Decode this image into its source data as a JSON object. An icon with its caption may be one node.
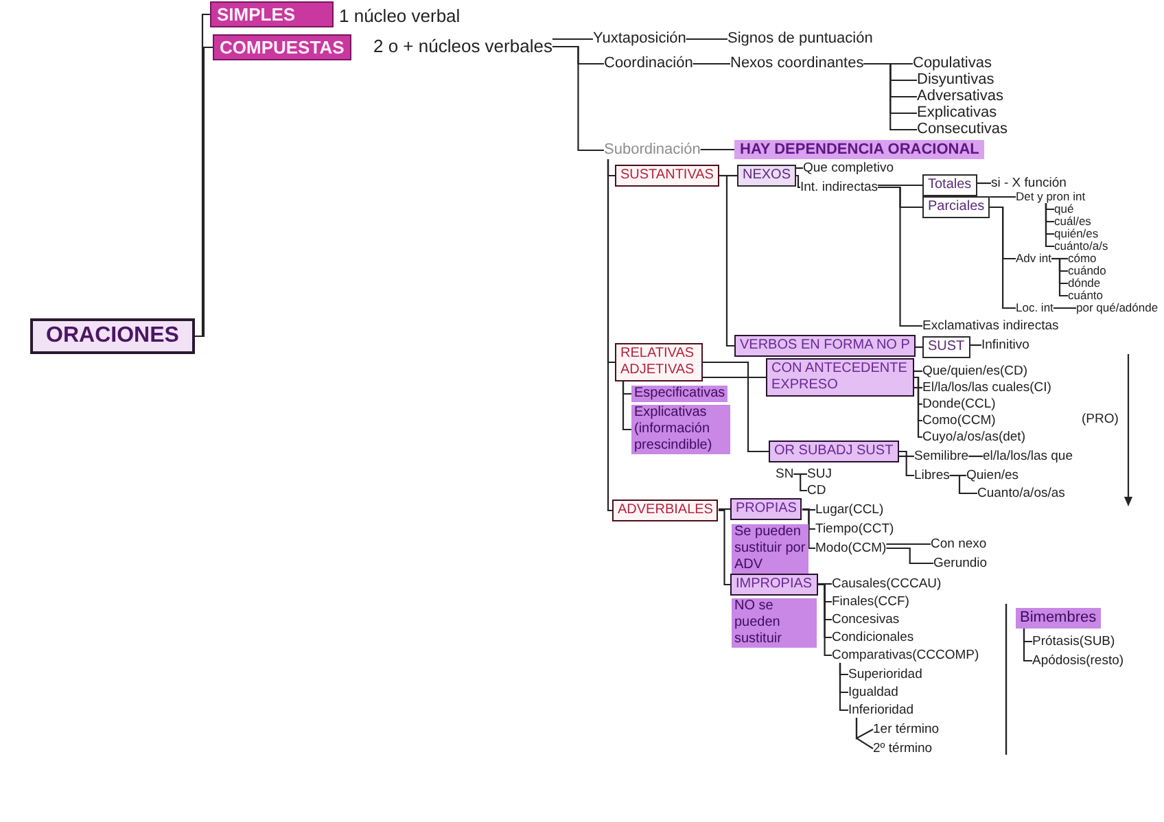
{
  "diagram": {
    "nodes": [
      {
        "text": [
          "ORACIONES"
        ]
      },
      {
        "text": [
          "SIMPLES"
        ],
        "beside": [
          "1 núcleo verbal"
        ]
      },
      {
        "text": [
          "COMPUESTAS"
        ]
      },
      {
        "text": [
          "2 o + núcleos verbales"
        ]
      },
      {
        "text": [
          "Yuxtaposición"
        ]
      },
      {
        "text": [
          "Signos de puntuación"
        ]
      },
      {
        "text": [
          "Coordinación"
        ]
      },
      {
        "text": [
          "Nexos coordinantes"
        ]
      },
      {
        "text": [
          "Copulativas"
        ]
      },
      {
        "text": [
          "Disyuntivas"
        ]
      },
      {
        "text": [
          "Adversativas"
        ]
      },
      {
        "text": [
          "Explicativas"
        ]
      },
      {
        "text": [
          "Consecutivas"
        ]
      },
      {
        "text": [
          "Subordinación"
        ]
      },
      {
        "text": [
          "HAY DEPENDENCIA ORACIONAL"
        ]
      },
      {
        "text": [
          "SUSTANTIVAS"
        ]
      },
      {
        "text": [
          "NEXOS"
        ]
      },
      {
        "text": [
          "Que completivo"
        ]
      },
      {
        "text": [
          "Int. indirectas"
        ]
      },
      {
        "text": [
          "Totales"
        ]
      },
      {
        "text": [
          "si - X función"
        ]
      },
      {
        "text": [
          "Parciales"
        ]
      },
      {
        "text": [
          "Det y pron int"
        ]
      },
      {
        "text": [
          "qué"
        ]
      },
      {
        "text": [
          "cuál/es"
        ]
      },
      {
        "text": [
          "quién/es"
        ]
      },
      {
        "text": [
          "cuánto/a/s"
        ]
      },
      {
        "text": [
          "Adv int"
        ]
      },
      {
        "text": [
          "cómo"
        ]
      },
      {
        "text": [
          "cuándo"
        ]
      },
      {
        "text": [
          "dónde"
        ]
      },
      {
        "text": [
          "cuánto"
        ]
      },
      {
        "text": [
          "Loc. int"
        ]
      },
      {
        "text": [
          "por qué/adónde"
        ]
      },
      {
        "text": [
          "Exclamativas indirectas"
        ]
      },
      {
        "text": [
          "VERBOS EN FORMA NO P"
        ]
      },
      {
        "text": [
          "SUST"
        ]
      },
      {
        "text": [
          "Infinitivo"
        ]
      },
      {
        "text": [
          "RELATIVAS ADJETIVAS"
        ]
      },
      {
        "text": [
          "Especificativas"
        ]
      },
      {
        "text": [
          "Explicativas (información prescindible)"
        ]
      },
      {
        "text": [
          "CON ANTECEDENTE EXPRESO"
        ]
      },
      {
        "text": [
          "Que/quien/es(CD)"
        ]
      },
      {
        "text": [
          "El/la/los/las cuales(CI)"
        ]
      },
      {
        "text": [
          "Donde(CCL)"
        ]
      },
      {
        "text": [
          "Como(CCM)"
        ]
      },
      {
        "text": [
          "Cuyo/a/os/as(det)"
        ]
      },
      {
        "text": [
          "OR SUBADJ SUST"
        ]
      },
      {
        "text": [
          "Semilibre"
        ]
      },
      {
        "text": [
          "el/la/los/las que"
        ]
      },
      {
        "text": [
          "Libres"
        ]
      },
      {
        "text": [
          "Quien/es"
        ]
      },
      {
        "text": [
          "Cuanto/a/os/as"
        ]
      },
      {
        "text": [
          "SN"
        ]
      },
      {
        "text": [
          "SUJ"
        ]
      },
      {
        "text": [
          "CD"
        ]
      },
      {
        "text": [
          "ADVERBIALES"
        ]
      },
      {
        "text": [
          "PROPIAS"
        ],
        "beside": [
          "Se pueden sustituir por ADV"
        ]
      },
      {
        "text": [
          "Lugar(CCL)"
        ]
      },
      {
        "text": [
          "Tiempo(CCT)"
        ]
      },
      {
        "text": [
          "Modo(CCM)"
        ]
      },
      {
        "text": [
          "Con nexo"
        ]
      },
      {
        "text": [
          "Gerundio"
        ]
      },
      {
        "text": [
          "IMPROPIAS"
        ],
        "beside": [
          "NO se pueden sustituir"
        ]
      },
      {
        "text": [
          "Causales(CCCAU)"
        ]
      },
      {
        "text": [
          "Finales(CCF)"
        ]
      },
      {
        "text": [
          "Concesivas"
        ]
      },
      {
        "text": [
          "Condicionales"
        ]
      },
      {
        "text": [
          "Comparativas(CCCOMP)"
        ]
      },
      {
        "text": [
          "Superioridad"
        ]
      },
      {
        "text": [
          "Igualdad"
        ]
      },
      {
        "text": [
          "Inferioridad"
        ]
      },
      {
        "text": [
          "1er término"
        ]
      },
      {
        "text": [
          "2º término"
        ]
      },
      {
        "text": [
          "Bimembres"
        ]
      },
      {
        "text": [
          "Prótasis(SUB)"
        ]
      },
      {
        "text": [
          "Apódosis(resto)"
        ]
      }
    ],
    "edges": [
      {
        "from": 0,
        "to": 1,
        "arrow": "none"
      },
      {
        "from": 0,
        "to": 2,
        "arrow": "none"
      },
      {
        "from": 3,
        "to": 4,
        "arrow": "none"
      },
      {
        "from": 3,
        "to": 6,
        "arrow": "none"
      },
      {
        "from": 3,
        "to": 13,
        "arrow": "none"
      },
      {
        "from": 4,
        "to": 5,
        "arrow": "none"
      },
      {
        "from": 6,
        "to": 7,
        "arrow": "none"
      },
      {
        "from": 7,
        "to": 8,
        "arrow": "none"
      },
      {
        "from": 7,
        "to": 9,
        "arrow": "none"
      },
      {
        "from": 7,
        "to": 10,
        "arrow": "none"
      },
      {
        "from": 7,
        "to": 11,
        "arrow": "none"
      },
      {
        "from": 7,
        "to": 12,
        "arrow": "none"
      },
      {
        "from": 13,
        "to": 14,
        "arrow": "none"
      },
      {
        "from": 13,
        "to": 15,
        "arrow": "none"
      },
      {
        "from": 13,
        "to": 38,
        "arrow": "none"
      },
      {
        "from": 13,
        "to": 56,
        "arrow": "none"
      },
      {
        "from": 15,
        "to": 16,
        "arrow": "none"
      },
      {
        "from": 15,
        "to": 35,
        "arrow": "none"
      },
      {
        "from": 16,
        "to": 17,
        "arrow": "none"
      },
      {
        "from": 16,
        "to": 18,
        "arrow": "none"
      },
      {
        "from": 18,
        "to": 19,
        "arrow": "none"
      },
      {
        "from": 18,
        "to": 21,
        "arrow": "none"
      },
      {
        "from": 18,
        "to": 34,
        "arrow": "none"
      },
      {
        "from": 19,
        "to": 20,
        "arrow": "none"
      },
      {
        "from": 21,
        "to": 22,
        "arrow": "none"
      },
      {
        "from": 21,
        "to": 27,
        "arrow": "none"
      },
      {
        "from": 21,
        "to": 32,
        "arrow": "none"
      },
      {
        "from": 22,
        "to": 23,
        "arrow": "none"
      },
      {
        "from": 22,
        "to": 24,
        "arrow": "none"
      },
      {
        "from": 22,
        "to": 25,
        "arrow": "none"
      },
      {
        "from": 22,
        "to": 26,
        "arrow": "none"
      },
      {
        "from": 27,
        "to": 28,
        "arrow": "none"
      },
      {
        "from": 27,
        "to": 29,
        "arrow": "none"
      },
      {
        "from": 27,
        "to": 30,
        "arrow": "none"
      },
      {
        "from": 27,
        "to": 31,
        "arrow": "none"
      },
      {
        "from": 32,
        "to": 33,
        "arrow": "none"
      },
      {
        "from": 35,
        "to": 36,
        "arrow": "none"
      },
      {
        "from": 36,
        "to": 37,
        "arrow": "none"
      },
      {
        "from": 38,
        "to": 39,
        "arrow": "none"
      },
      {
        "from": 38,
        "to": 40,
        "arrow": "none"
      },
      {
        "from": 38,
        "to": 41,
        "arrow": "none"
      },
      {
        "from": 38,
        "to": 47,
        "arrow": "none"
      },
      {
        "from": 41,
        "to": 42,
        "arrow": "none"
      },
      {
        "from": 41,
        "to": 43,
        "arrow": "none"
      },
      {
        "from": 41,
        "to": 44,
        "arrow": "none"
      },
      {
        "from": 41,
        "to": 45,
        "arrow": "none"
      },
      {
        "from": 41,
        "to": 46,
        "arrow": "none"
      },
      {
        "from": 47,
        "to": 48,
        "arrow": "none"
      },
      {
        "from": 47,
        "to": 50,
        "arrow": "none"
      },
      {
        "from": 48,
        "to": 49,
        "arrow": "none"
      },
      {
        "from": 50,
        "to": 51,
        "arrow": "none"
      },
      {
        "from": 50,
        "to": 52,
        "arrow": "none"
      },
      {
        "from": 53,
        "to": 54,
        "arrow": "none"
      },
      {
        "from": 53,
        "to": 55,
        "arrow": "none"
      },
      {
        "from": 56,
        "to": 57,
        "arrow": "none"
      },
      {
        "from": 56,
        "to": 63,
        "arrow": "none"
      },
      {
        "from": 57,
        "to": 58,
        "arrow": "none"
      },
      {
        "from": 57,
        "to": 59,
        "arrow": "none"
      },
      {
        "from": 57,
        "to": 60,
        "arrow": "none"
      },
      {
        "from": 60,
        "to": 61,
        "arrow": "none"
      },
      {
        "from": 60,
        "to": 62,
        "arrow": "none"
      },
      {
        "from": 63,
        "to": 64,
        "arrow": "none"
      },
      {
        "from": 63,
        "to": 65,
        "arrow": "none"
      },
      {
        "from": 63,
        "to": 66,
        "arrow": "none"
      },
      {
        "from": 63,
        "to": 67,
        "arrow": "none"
      },
      {
        "from": 63,
        "to": 68,
        "arrow": "none"
      },
      {
        "from": 68,
        "to": 69,
        "arrow": "none"
      },
      {
        "from": 68,
        "to": 70,
        "arrow": "none"
      },
      {
        "from": 68,
        "to": 71,
        "arrow": "none"
      },
      {
        "from": 71,
        "to": 72,
        "arrow": "none"
      },
      {
        "from": 71,
        "to": 73,
        "arrow": "none"
      },
      {
        "from": 74,
        "to": 75,
        "arrow": "none"
      },
      {
        "from": 74,
        "to": 76,
        "arrow": "none"
      }
    ],
    "labels": [
      "(PRO)"
    ]
  }
}
